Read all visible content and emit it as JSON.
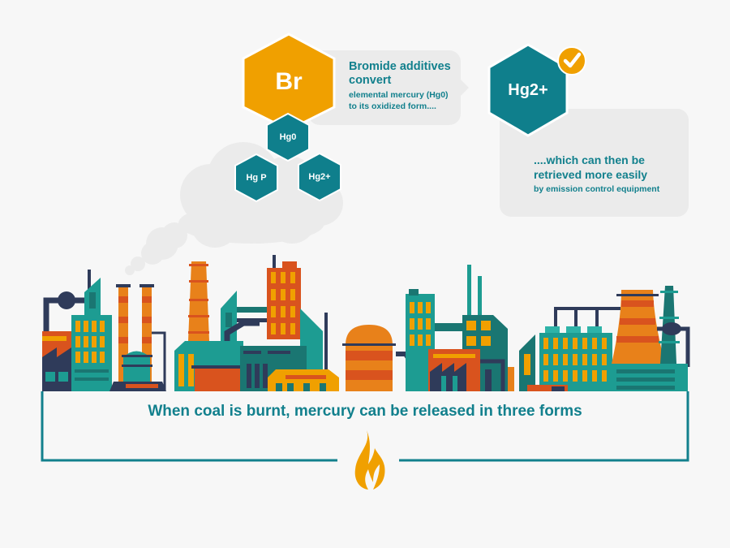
{
  "colors": {
    "teal": "#0f7f8c",
    "teal_light": "#1d9c92",
    "orange": "#f0a000",
    "orange_dark": "#d9531e",
    "orange_mid": "#e8811a",
    "navy": "#2f3b5a",
    "bubble_bg": "#ebebeb",
    "cloud": "#ebebeb",
    "background": "#f7f7f7"
  },
  "top_left": {
    "br_label": "Br",
    "bubble_title": "Bromide additives convert",
    "bubble_title_line1": "Bromide additives",
    "bubble_title_line2": "convert",
    "bubble_body_line1": "elemental mercury (Hg0)",
    "bubble_body_line2": "to its oxidized form...."
  },
  "hex_forms": [
    {
      "label": "Hg0"
    },
    {
      "label": "Hg P"
    },
    {
      "label": "Hg2+"
    }
  ],
  "top_right": {
    "hex_label": "Hg2+",
    "badge_icon": "checkmark-icon",
    "bubble_title_line1": "....which can then be",
    "bubble_title_line2": "retrieved more easily",
    "bubble_body": "by emission control equipment"
  },
  "caption": "When coal is burnt, mercury can be released in three forms",
  "flame_icon": "flame-icon"
}
